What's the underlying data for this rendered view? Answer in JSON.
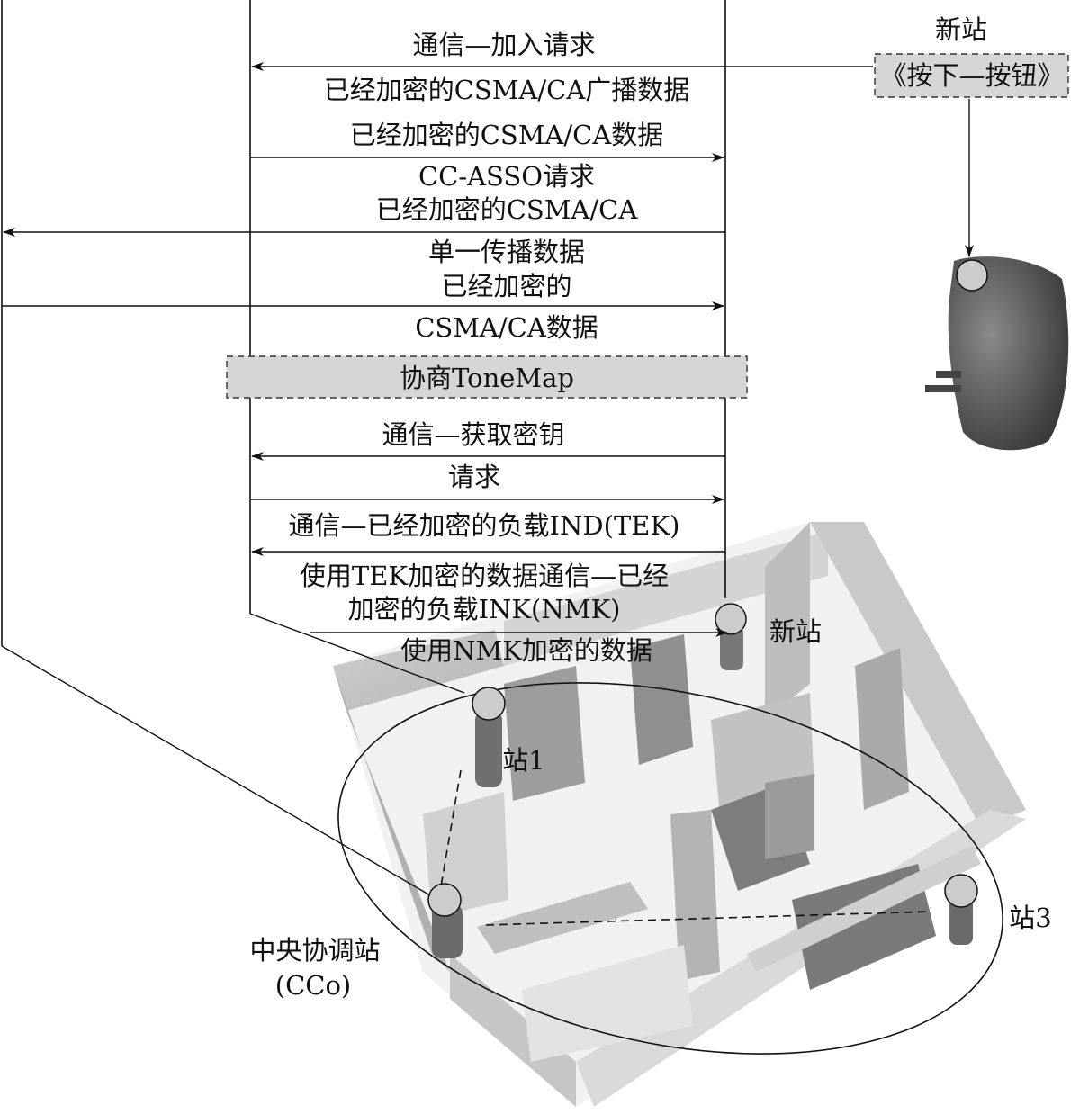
{
  "messages": {
    "m1": "通信—加入请求",
    "m2": "已经加密的CSMA/CA广播数据",
    "m3": "已经加密的CSMA/CA数据",
    "m4a": "CC-ASSO请求",
    "m4b": "已经加密的CSMA/CA",
    "m5a": "单一传播数据",
    "m5b": "已经加密的",
    "m6": "CSMA/CA数据",
    "negotiate": "协商ToneMap",
    "m7": "通信—获取密钥",
    "m8": "请求",
    "m9": "通信—已经加密的负载IND(TEK)",
    "m10a": "使用TEK加密的数据通信—已经",
    "m10b": "加密的负载INK(NMK)",
    "m11": "使用NMK加密的数据"
  },
  "new_station": {
    "title": "新站",
    "button": "《按下—按钮》"
  },
  "stations": {
    "new_station": "新站",
    "station1": "站1",
    "station3": "站3",
    "cco_line1": "中央协调站",
    "cco_line2": "(CCo)"
  }
}
